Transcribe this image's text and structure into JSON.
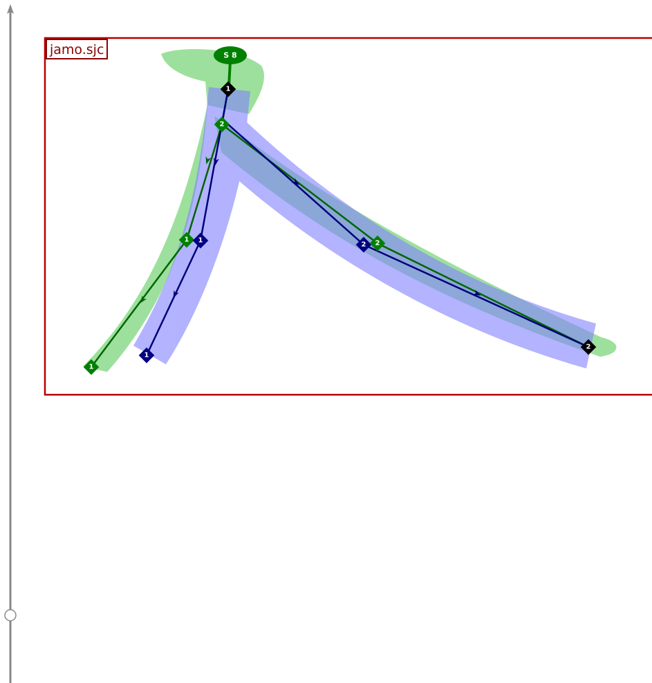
{
  "frame": {
    "label": "jamo.sjc"
  },
  "colors": {
    "frame": "#b50000",
    "green_band": "#5ccc5c",
    "blue_band": "#8080ff",
    "green_path": "#006400",
    "blue_path": "#00007a",
    "green_node": "#008000",
    "blue_node": "#000080",
    "black_node": "#000000",
    "timeline": "#888888"
  },
  "start_badge": {
    "text": "S 8"
  },
  "nodes": {
    "black_top": "1",
    "black_right": "2",
    "green_fork": "2",
    "green_mid_left": "1",
    "green_bottom_left": "1",
    "green_mid_right": "2",
    "blue_mid_left": "1",
    "blue_bottom_left": "1",
    "blue_mid_right": "2"
  }
}
